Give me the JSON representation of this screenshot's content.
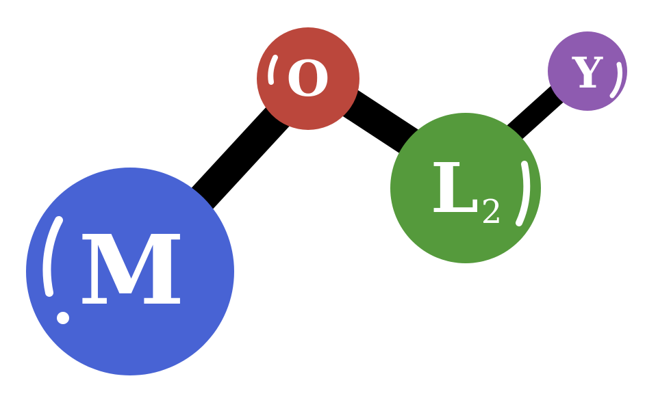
{
  "logo": {
    "atoms": [
      {
        "id": "m",
        "letter": "M",
        "subscript": "",
        "color": "#4863d4"
      },
      {
        "id": "o",
        "letter": "O",
        "subscript": "",
        "color": "#bb473c"
      },
      {
        "id": "l",
        "letter": "L",
        "subscript": "2",
        "color": "#559a3c"
      },
      {
        "id": "y",
        "letter": "Y",
        "subscript": "",
        "color": "#8e5bb0"
      }
    ],
    "bond_color": "#000000",
    "highlight_color": "#ffffff"
  }
}
